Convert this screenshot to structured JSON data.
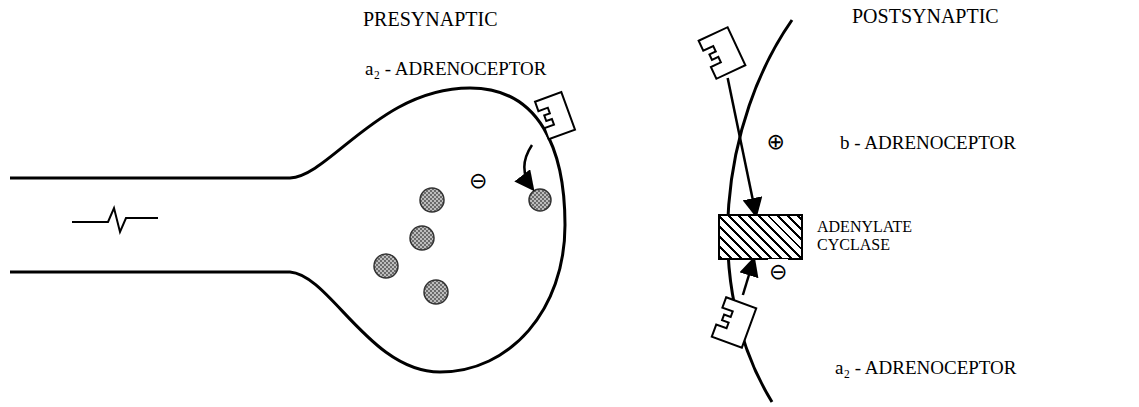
{
  "diagram": {
    "nodes": [
      {
        "text": [
          "b - ADRENOCEPTOR"
        ]
      },
      {
        "text": [
          "ADENYLATE CYCLASE"
        ]
      },
      {
        "text": [
          "a₂ - ADRENOCEPTOR"
        ]
      }
    ],
    "edges": [
      {
        "from": 0,
        "to": 1,
        "arrow": "to",
        "label": "⊕"
      },
      {
        "from": 2,
        "to": 1,
        "arrow": "to",
        "label": "⊖"
      }
    ],
    "labels": [
      "PRESYNAPTIC",
      "a₂ - ADRENOCEPTOR",
      "⊖",
      "POSTSYNAPTIC"
    ]
  }
}
